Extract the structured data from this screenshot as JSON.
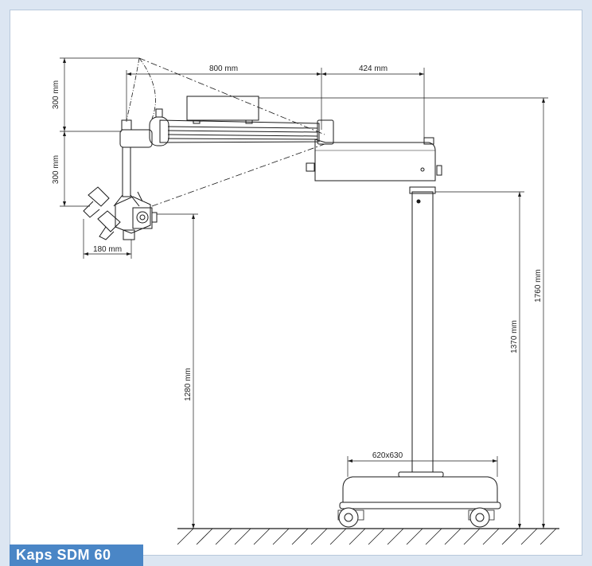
{
  "caption": "Kaps SDM 60",
  "dimensions": {
    "arm_reach": "800 mm",
    "column_offset": "424 mm",
    "upper_travel": "300 mm",
    "lower_travel": "300 mm",
    "head_width": "180 mm",
    "objective_height": "1280 mm",
    "column_height": "1370 mm",
    "total_height": "1760 mm",
    "base_size": "620x630"
  },
  "colors": {
    "frame_background": "#dce6f2",
    "caption_background": "#4a86c6",
    "caption_text": "#ffffff",
    "line": "#1a1a1a"
  }
}
